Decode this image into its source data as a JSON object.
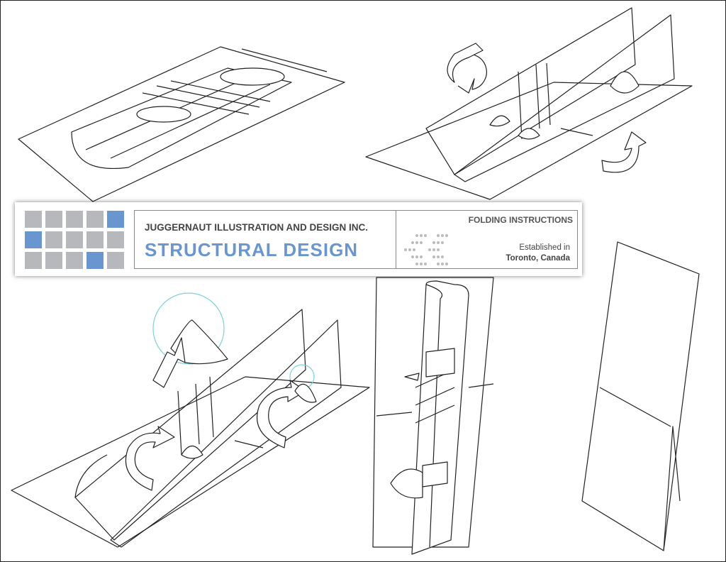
{
  "banner": {
    "company": "JUGGERNAUT ILLUSTRATION AND DESIGN INC.",
    "title": "STRUCTURAL DESIGN",
    "section": "FOLDING INSTRUCTIONS",
    "established_line1": "Established in",
    "established_line2": "Toronto, Canada",
    "colors": {
      "accent": "#6996cf",
      "grey": "#b7b8bb"
    }
  }
}
